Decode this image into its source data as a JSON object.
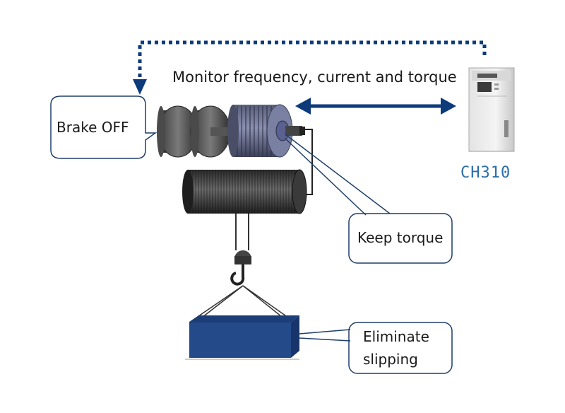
{
  "monitor_label": "Monitor frequency, current and torque",
  "callouts": {
    "brake": "Brake OFF",
    "torque": "Keep torque",
    "slip_line1": "Eliminate",
    "slip_line2": "slipping"
  },
  "inverter": {
    "model": "CH310"
  },
  "colors": {
    "arrow": "#0d3a7a",
    "load": "#244a8a",
    "model_text": "#2b6ea8",
    "callout_border": "#1f3f6b"
  }
}
